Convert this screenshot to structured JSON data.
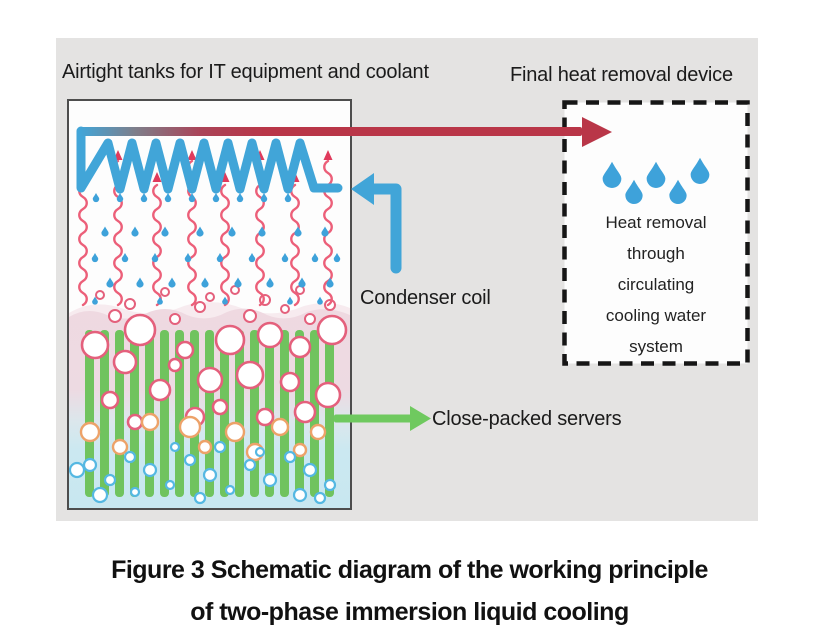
{
  "figure": {
    "title_labels": {
      "airtight_tanks": "Airtight tanks for IT equipment and coolant",
      "final_heat_device": "Final heat removal device"
    },
    "callouts": {
      "condenser_coil": "Condenser coil",
      "close_packed_servers": "Close-packed servers"
    },
    "heat_removal_box": {
      "lines": [
        "Heat removal",
        "through",
        "circulating",
        "cooling water",
        "system"
      ]
    },
    "caption": {
      "line1": "Figure 3 Schematic diagram of the working principle",
      "line2": "of two-phase immersion liquid cooling"
    },
    "icons": {
      "box_droplets": "water-droplets-icon"
    },
    "colors": {
      "panel_bg": "#e4e3e2",
      "tank_border": "#4d4d4d",
      "coil_blue": "#41a5d8",
      "hot_arrow_red": "#b93648",
      "vapor_wave_red": "#ec5f79",
      "vapor_arrowhead_red": "#e03a5c",
      "droplet_blue": "#3ea2da",
      "server_green": "#70c35e",
      "pointer_green": "#6fc95f",
      "bubble_red": "#e4607c",
      "bubble_orange": "#eda269",
      "bubble_blue": "#55b8e2",
      "liquid_pink": "#efd9e1",
      "liquid_cyan": "#c8e7f0",
      "dashed_border": "#161616"
    }
  }
}
